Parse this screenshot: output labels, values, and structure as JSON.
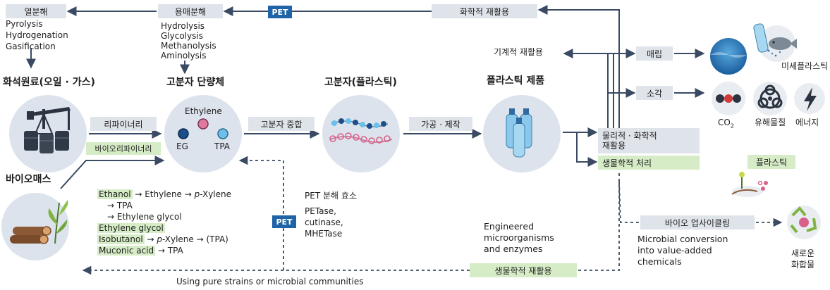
{
  "nodes": {
    "fossil": "화석원료(오일 · 가스)",
    "monomer": "고분자 단량체",
    "polymer": "고분자(플라스틱)",
    "product": "플라스틱 제품",
    "biomass": "바이오매스"
  },
  "pyrolysis": {
    "header": "열분해",
    "methods": [
      "Pyrolysis",
      "Hydrogenation",
      "Gasification"
    ]
  },
  "solvolysis": {
    "header": "용매분해",
    "methods": [
      "Hydrolysis",
      "Glycolysis",
      "Methanolysis",
      "Aminolysis"
    ]
  },
  "monomer_labels": {
    "ethylene": "Ethylene",
    "eg": "EG",
    "tpa": "TPA"
  },
  "process": {
    "refinery": "리파이너리",
    "biorefinery": "바이오리파이너리",
    "polymerization": "고분자 중합",
    "manufacturing": "가공 · 제작"
  },
  "recycling": {
    "chemical": "화학적 재활용",
    "mechanical": "기계적 재활용",
    "landfill": "매립",
    "incineration": "소각",
    "phys_chem": [
      "물리적 · 화학적",
      "재활용"
    ],
    "biological_treatment": "생물학적 처리",
    "biological_recycling": "생물학적 재활용",
    "upcycling": "바이오 업사이클링"
  },
  "pet_badge": "PET",
  "enzymes": {
    "title": "PET 분해 효소",
    "list": [
      "PETase,",
      "cutinase,",
      "MHETase"
    ]
  },
  "engineered": [
    "Engineered",
    "microorganisms",
    "and enzymes"
  ],
  "microbial": [
    "Microbial conversion",
    "into value-added",
    "chemicals"
  ],
  "pure_strains": "Using pure strains or microbial communities",
  "outputs": {
    "microplastic": "미세플라스틱",
    "co2_main": "CO",
    "co2_sub": "2",
    "hazardous": "유해물질",
    "energy": "에너지",
    "plastic": "플라스틱",
    "new_compound": [
      "새로운",
      "화합물"
    ]
  },
  "bio_routes": {
    "ethanol": "Ethanol",
    "ethanol_chain": "→ Ethylene → ",
    "pxylene": "p",
    "xylene_suffix": "-Xylene",
    "tpa_line": "→ TPA",
    "eg_line": "→ Ethylene glycol",
    "eg": "Ethylene glycol",
    "isobutanol": "Isobutanol",
    "isobutanol_chain_a": " → ",
    "isobutanol_chain_b": "-Xylene → (TPA)",
    "muconic": "Muconic acid",
    "muconic_chain": " → TPA"
  },
  "colors": {
    "arrow": "#3a4a63",
    "label_bg": "#dfe3ea",
    "green_bg": "#d6ecc6",
    "pet_blue": "#1f64a6",
    "circle_bg": "#dde3ec"
  }
}
